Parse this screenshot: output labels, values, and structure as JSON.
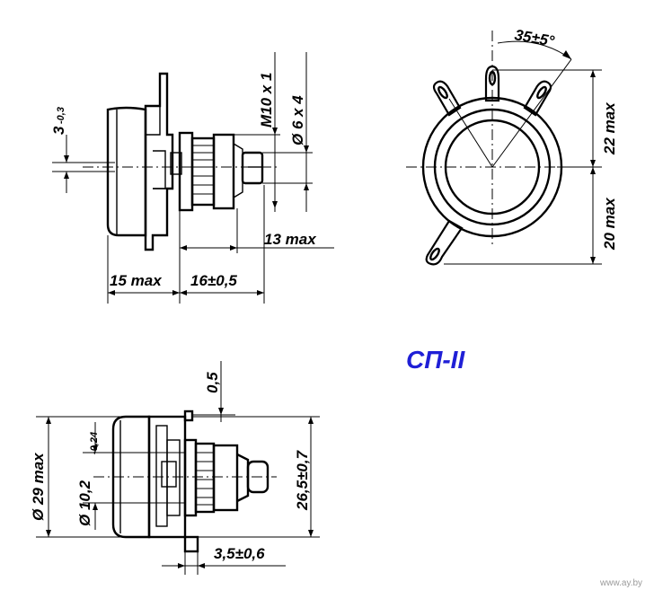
{
  "title": "СП-II",
  "side_view": {
    "dim_top_offset": "3",
    "dim_top_offset_tol": "-0,3",
    "thread": "M10 x 1",
    "shaft": "Ø 6 x 4",
    "dim_shaft_len": "13 max",
    "dim_body_len": "15 max",
    "dim_bush_len": "16±0,5"
  },
  "front_view": {
    "angle": "35±5°",
    "dim_upper": "22 max",
    "dim_lower": "20 max"
  },
  "bottom_view": {
    "dim_gap": "0,5",
    "dim_diameter": "Ø 29 max",
    "dim_inner": "Ø 10,2",
    "dim_inner_tol": "-0,24",
    "dim_height": "26,5±0,7",
    "dim_tab": "3,5±0,6"
  },
  "watermark": "www.ay.by"
}
